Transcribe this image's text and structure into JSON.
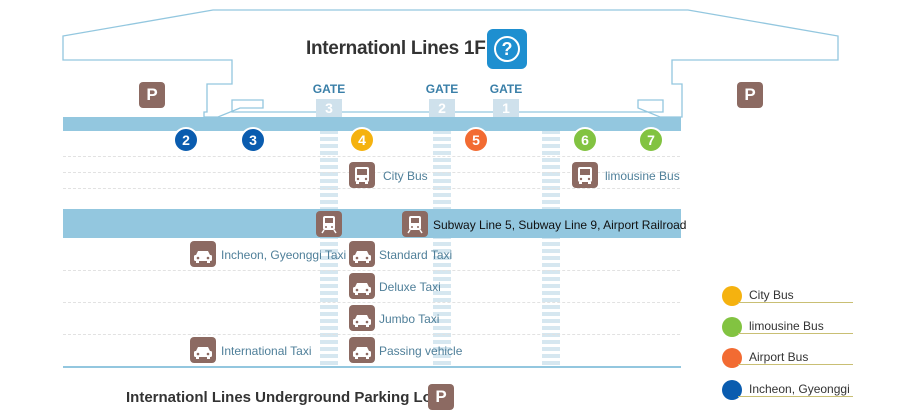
{
  "title": "Internationl Lines 1F",
  "help_icon_text": "?",
  "parking_badge": "P",
  "gates": [
    {
      "label": "GATE",
      "number": "3"
    },
    {
      "label": "GATE",
      "number": "2"
    },
    {
      "label": "GATE",
      "number": "1"
    }
  ],
  "platforms": [
    "2",
    "3",
    "4",
    "5",
    "6",
    "7"
  ],
  "labels": {
    "city_bus": "City Bus",
    "limousine_bus": "limousine Bus",
    "subway": "Subway Line 5, Subway Line 9, Airport Railroad",
    "incheon_taxi": "Incheon, Gyeonggi Taxi",
    "standard_taxi": "Standard Taxi",
    "deluxe_taxi": "Deluxe Taxi",
    "jumbo_taxi": "Jumbo Taxi",
    "international_taxi": "International Taxi",
    "passing_vehicle": "Passing vehicle"
  },
  "legend": [
    {
      "label": "City Bus",
      "color": "#f5b20f"
    },
    {
      "label": "limousine Bus",
      "color": "#82c341"
    },
    {
      "label": "Airport Bus",
      "color": "#f26b32"
    },
    {
      "label": "Incheon, Gyeonggi",
      "color": "#0a5caf"
    }
  ],
  "parking_lot_title": "Internationl Lines Underground Parking Lot",
  "colors": {
    "band": "#93c7df",
    "badge": "#8c6a62",
    "help": "#1e8fd0",
    "incheon_blue": "#0a5caf",
    "city_orange": "#f5b20f",
    "airport_orange": "#f26b32",
    "limousine_green": "#82c341"
  }
}
